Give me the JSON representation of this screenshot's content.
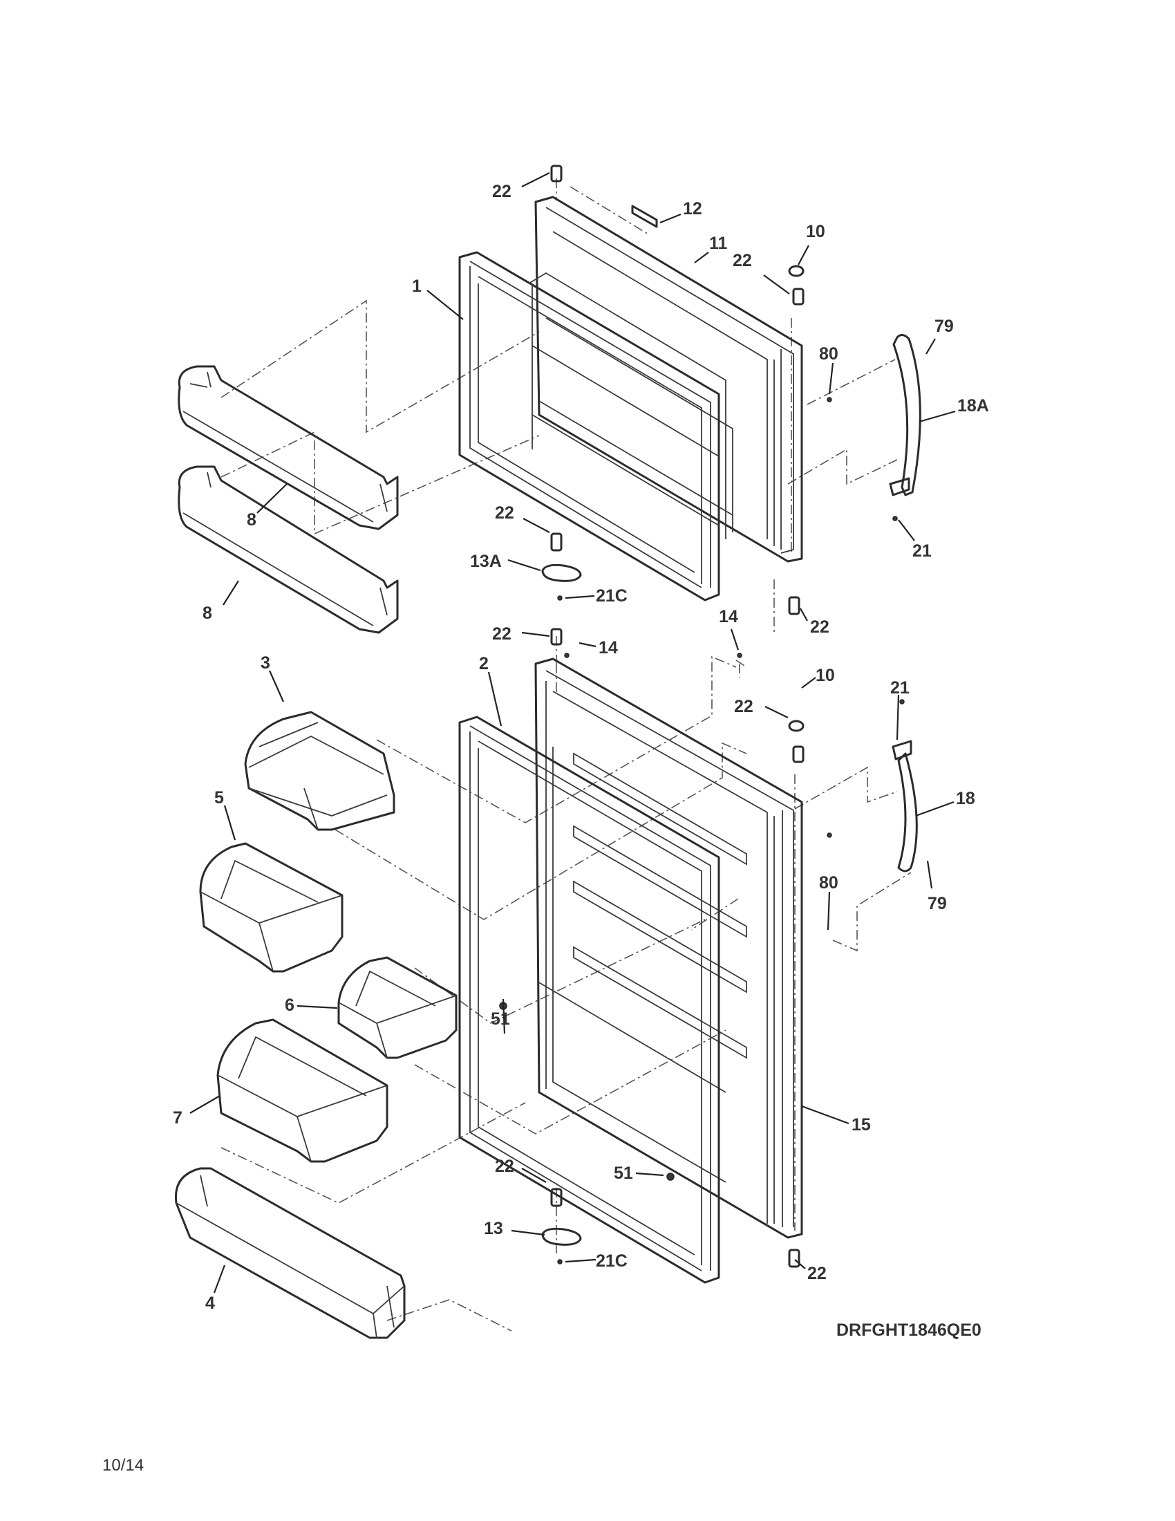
{
  "model_code": "DRFGHT1846QE0",
  "page_number": "10/14",
  "callouts": [
    {
      "id": "c22-top",
      "text": "22"
    },
    {
      "id": "c12",
      "text": "12"
    },
    {
      "id": "c11",
      "text": "11"
    },
    {
      "id": "c10-upper",
      "text": "10"
    },
    {
      "id": "c22-upper-hinge",
      "text": "22"
    },
    {
      "id": "c1",
      "text": "1"
    },
    {
      "id": "c79-upper",
      "text": "79"
    },
    {
      "id": "c80-upper",
      "text": "80"
    },
    {
      "id": "c18A",
      "text": "18A"
    },
    {
      "id": "c8-upper",
      "text": "8"
    },
    {
      "id": "c22-upper-bottom-hinge",
      "text": "22"
    },
    {
      "id": "c21-upper",
      "text": "21"
    },
    {
      "id": "c13A",
      "text": "13A"
    },
    {
      "id": "c21C-upper",
      "text": "21C"
    },
    {
      "id": "c8-lower",
      "text": "8"
    },
    {
      "id": "c22-upper-bottom-right",
      "text": "22"
    },
    {
      "id": "c22-lower-top",
      "text": "22"
    },
    {
      "id": "c14-left",
      "text": "14"
    },
    {
      "id": "c14-right",
      "text": "14"
    },
    {
      "id": "c3",
      "text": "3"
    },
    {
      "id": "c2",
      "text": "2"
    },
    {
      "id": "c10-lower",
      "text": "10"
    },
    {
      "id": "c21-lower",
      "text": "21"
    },
    {
      "id": "c22-lower-hinge",
      "text": "22"
    },
    {
      "id": "c5",
      "text": "5"
    },
    {
      "id": "c18",
      "text": "18"
    },
    {
      "id": "c80-lower",
      "text": "80"
    },
    {
      "id": "c79-lower",
      "text": "79"
    },
    {
      "id": "c6",
      "text": "6"
    },
    {
      "id": "c51-left",
      "text": "51"
    },
    {
      "id": "c7",
      "text": "7"
    },
    {
      "id": "c15",
      "text": "15"
    },
    {
      "id": "c22-lower-bottom",
      "text": "22"
    },
    {
      "id": "c51-right",
      "text": "51"
    },
    {
      "id": "c13",
      "text": "13"
    },
    {
      "id": "c21C-lower",
      "text": "21C"
    },
    {
      "id": "c22-lower-bottom-right",
      "text": "22"
    },
    {
      "id": "c4",
      "text": "4"
    }
  ]
}
